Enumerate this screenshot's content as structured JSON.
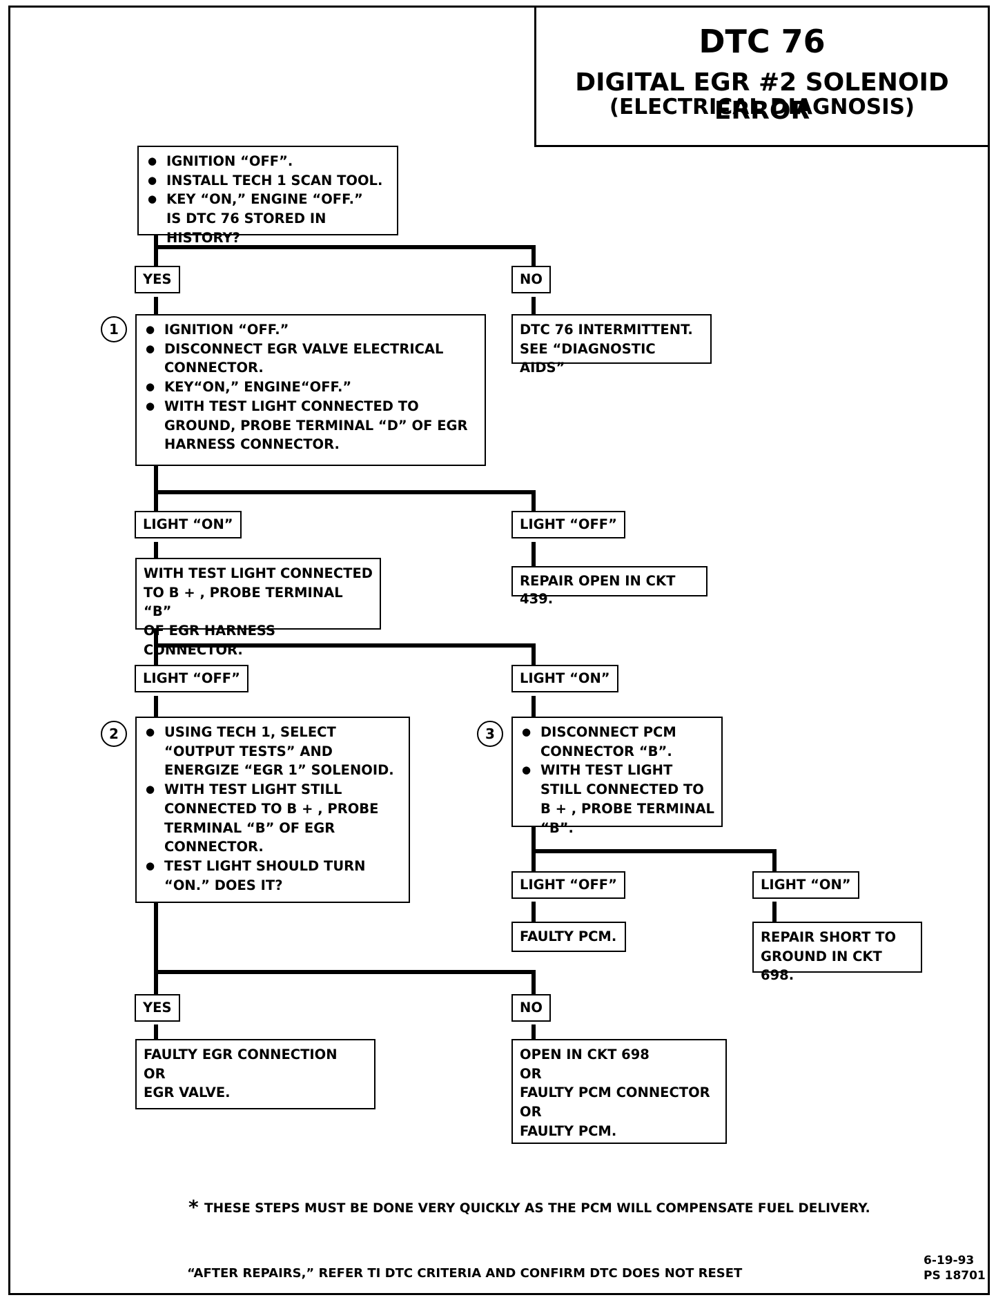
{
  "title": {
    "main": "DTC 76",
    "sub": "DIGITAL EGR #2 SOLENOID ERROR",
    "sub2": "(ELECTRICAL DIAGNOSIS)"
  },
  "step_start": {
    "bullets": [
      "IGNITION “OFF”.",
      "INSTALL TECH 1 SCAN TOOL.",
      "KEY “ON,” ENGINE “OFF.”"
    ],
    "question": "IS DTC 76 STORED IN HISTORY?"
  },
  "branch1": {
    "yes": "YES",
    "no": "NO"
  },
  "intermittent": [
    "DTC 76 INTERMITTENT.",
    "SEE “DIAGNOSTIC AIDS”"
  ],
  "step1": {
    "number": "1",
    "bullets": [
      "IGNITION “OFF.”",
      "DISCONNECT EGR VALVE ELECTRICAL CONNECTOR.",
      "KEY“ON,” ENGINE“OFF.”",
      "WITH TEST LIGHT CONNECTED TO GROUND, PROBE TERMINAL “D” OF EGR HARNESS CONNECTOR."
    ]
  },
  "branch2": {
    "left": "LIGHT “ON”",
    "right": "LIGHT “OFF”"
  },
  "repair_open_439": "REPAIR OPEN IN CKT 439.",
  "probe_b": [
    "WITH TEST LIGHT CONNECTED",
    "TO B + , PROBE TERMINAL “B”",
    "OF EGR HARNESS CONNECTOR."
  ],
  "branch3": {
    "left": "LIGHT “OFF”",
    "right": "LIGHT “ON”"
  },
  "step2": {
    "number": "2",
    "bullets": [
      "USING TECH 1, SELECT “OUTPUT TESTS” AND ENERGIZE “EGR 1” SOLENOID.",
      "WITH TEST LIGHT STILL CONNECTED TO B + , PROBE TERMINAL “B” OF EGR CONNECTOR.",
      "TEST LIGHT SHOULD TURN “ON.” DOES IT?"
    ]
  },
  "step3": {
    "number": "3",
    "bullets": [
      "DISCONNECT PCM CONNECTOR “B”.",
      "WITH TEST LIGHT STILL CONNECTED TO B + , PROBE TERMINAL “B”."
    ]
  },
  "branch4": {
    "left": "LIGHT “OFF”",
    "right": "LIGHT “ON”"
  },
  "faulty_pcm": "FAULTY PCM.",
  "repair_short": [
    "REPAIR SHORT TO",
    "GROUND IN CKT 698."
  ],
  "branch5": {
    "yes": "YES",
    "no": "NO"
  },
  "faulty_egr": [
    "FAULTY EGR CONNECTION",
    "OR",
    "EGR  VALVE."
  ],
  "open_698": [
    "OPEN IN CKT 698",
    "OR",
    "FAULTY PCM CONNECTOR",
    "OR",
    "FAULTY PCM."
  ],
  "footnote_star": "*",
  "footnote": "THESE STEPS MUST BE DONE VERY QUICKLY AS THE PCM WILL COMPENSATE FUEL DELIVERY.",
  "after_repairs": "“AFTER REPAIRS,” REFER TI DTC CRITERIA  AND CONFIRM DTC DOES NOT RESET",
  "date": "6-19-93",
  "ps": "PS 18701"
}
